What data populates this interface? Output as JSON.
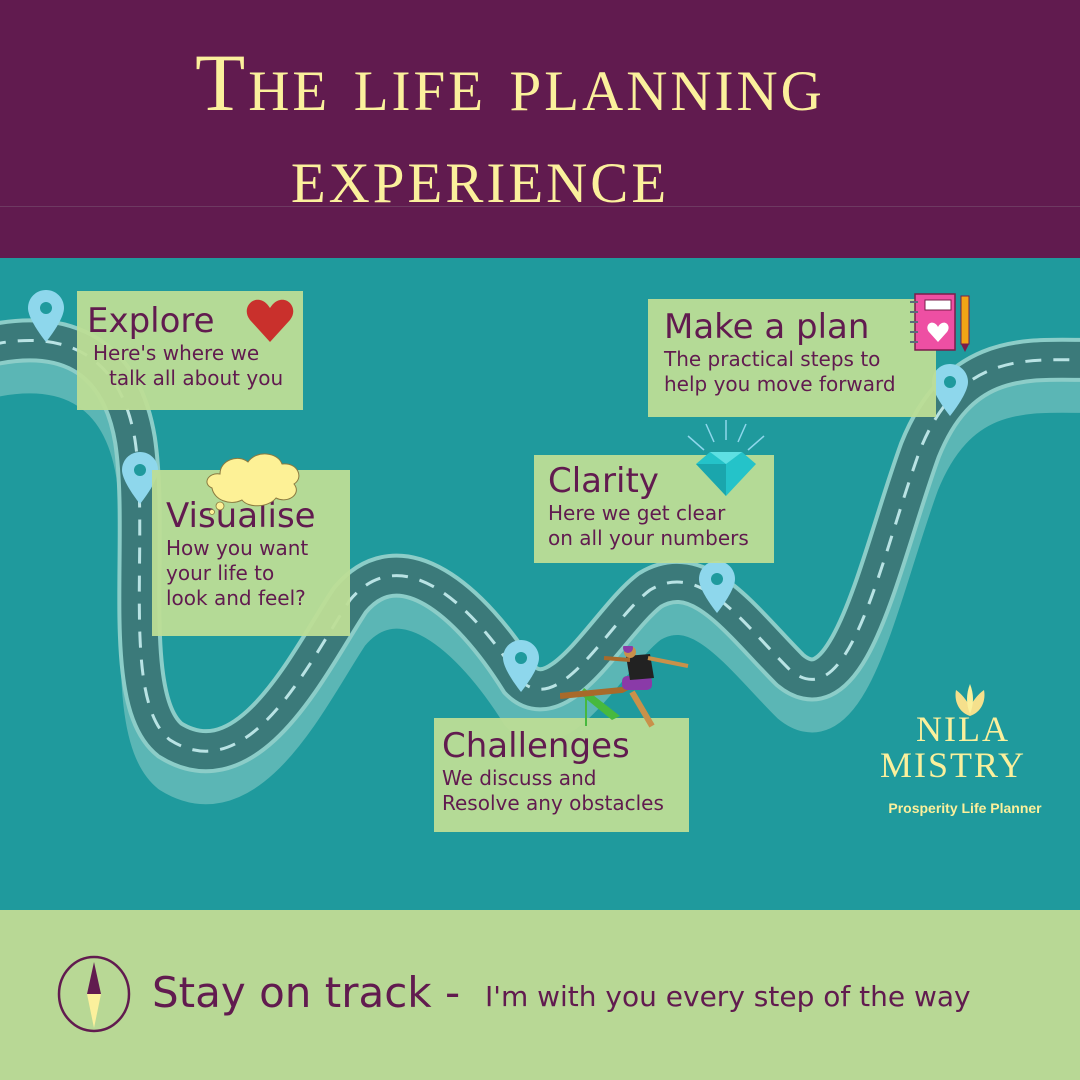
{
  "header": {
    "title_line1": "The life planning",
    "title_line2": "experience"
  },
  "stages": [
    {
      "title": "Explore",
      "line1": "Here's where we",
      "line2": "talk all about you",
      "icon": "heart-icon"
    },
    {
      "title": "Visualise",
      "line1": "How you want",
      "line2": "your life to",
      "line3": "look and feel?",
      "icon": "thought-cloud-icon"
    },
    {
      "title": "Challenges",
      "line1": "We discuss and",
      "line2": "Resolve any obstacles",
      "icon": "hurdle-runner-icon"
    },
    {
      "title": "Clarity",
      "line1": "Here we get clear",
      "line2": "on all your numbers",
      "icon": "diamond-icon"
    },
    {
      "title": "Make a plan",
      "line1": "The practical steps to",
      "line2": "help you move forward",
      "icon": "notebook-pencil-icon"
    }
  ],
  "logo": {
    "name_line1": "NILA",
    "name_line2": "MISTRY",
    "tagline": "Prosperity Life Planner"
  },
  "footer": {
    "headline": "Stay on track -",
    "subtext": "I'm with you every step of the way",
    "icon": "compass-icon"
  },
  "colors": {
    "header_bg": "#611b4f",
    "title_text": "#fbf09c",
    "main_bg": "#1f9a9d",
    "card_bg": "#bddd96",
    "card_text": "#611b4f",
    "road": "#3b7a7a",
    "pin": "#8ed7ec",
    "footer_bg": "#b8d895"
  }
}
